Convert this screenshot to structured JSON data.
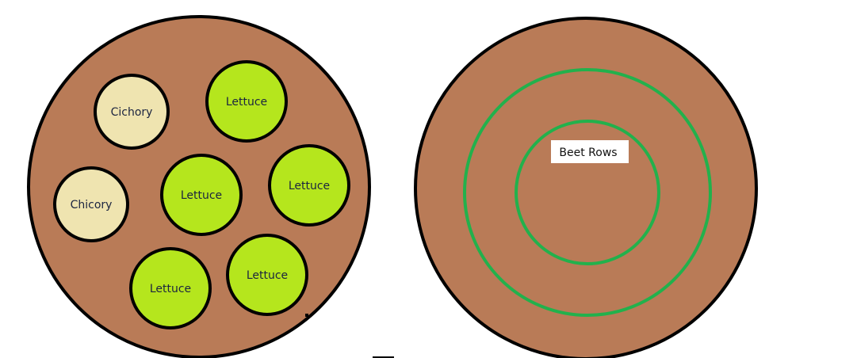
{
  "colors": {
    "soil": "#b97b57",
    "lettuce": "#b5e61d",
    "chicory": "#efe4b0",
    "row": "#22b14c",
    "outline": "#000000",
    "label_bg": "#ffffff"
  },
  "bed_left": {
    "plants": [
      {
        "label": "Cichory",
        "kind": "chicory"
      },
      {
        "label": "Lettuce",
        "kind": "lettuce"
      },
      {
        "label": "Chicory",
        "kind": "chicory"
      },
      {
        "label": "Lettuce",
        "kind": "lettuce"
      },
      {
        "label": "Lettuce",
        "kind": "lettuce"
      },
      {
        "label": "Lettuce",
        "kind": "lettuce"
      },
      {
        "label": "Lettuce",
        "kind": "lettuce"
      }
    ]
  },
  "bed_right": {
    "label": "Beet Rows"
  }
}
